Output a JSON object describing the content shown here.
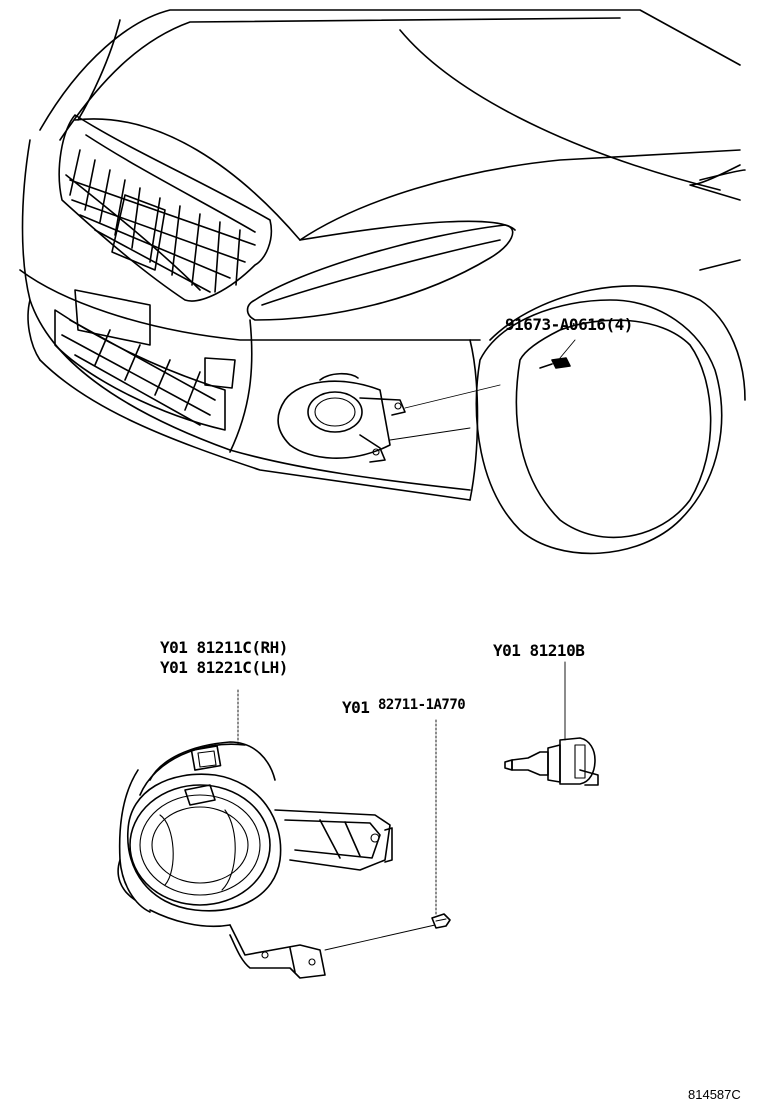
{
  "labels": {
    "bolt": "91673-A0616(4)",
    "fog_lamp_rh": "Y01 81211C(RH)",
    "fog_lamp_lh": "Y01 81221C(LH)",
    "clip_prefix": "Y01",
    "clip": "82711-1A770",
    "bulb": "Y01 81210B"
  },
  "illustration_code": "814587C"
}
